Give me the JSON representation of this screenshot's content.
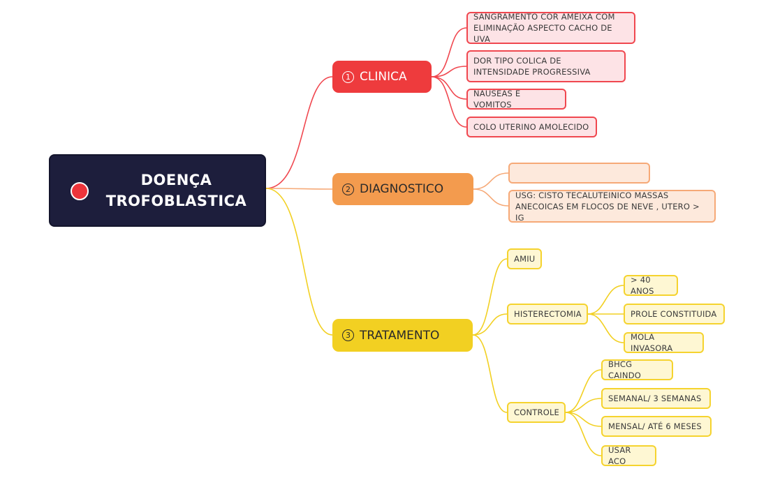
{
  "root": {
    "title": "DOENÇA TROFOBLASTICA"
  },
  "branches": {
    "clinica": {
      "number": "1",
      "label": "CLINICA",
      "items": [
        "SANGRAMENTO COR AMEIXA COM ELIMINAÇÃO ASPECTO CACHO DE UVA",
        "DOR TIPO COLICA DE INTENSIDADE PROGRESSIVA",
        "NAUSEAS E VOMITOS",
        "COLO UTERINO AMOLECIDO"
      ]
    },
    "diagnostico": {
      "number": "2",
      "label": "DIAGNOSTICO",
      "items": [
        "",
        "USG:  CISTO TECALUTEINICO MASSAS ANECOICAS EM FLOCOS DE NEVE , UTERO > IG"
      ]
    },
    "tratamento": {
      "number": "3",
      "label": "TRATAMENTO",
      "amiu": "AMIU",
      "histerectomia": {
        "label": "HISTERECTOMIA",
        "items": [
          "> 40 ANOS",
          "PROLE CONSTITUIDA",
          "MOLA INVASORA"
        ]
      },
      "controle": {
        "label": "CONTROLE",
        "items": [
          "BHCG CAINDO",
          "SEMANAL/ 3 SEMANAS",
          "MENSAL/ ATÉ 6 MESES",
          "USAR ACO"
        ]
      }
    }
  },
  "colors": {
    "root_bg": "#1d1e3c",
    "root_dot": "#ec343b",
    "red": "#ee3b3d",
    "orange": "#f39b4e",
    "yellow": "#f2d022",
    "red_leaf": "#fde3e6",
    "orange_leaf": "#fde9dc",
    "yellow_leaf": "#fef7d3"
  }
}
